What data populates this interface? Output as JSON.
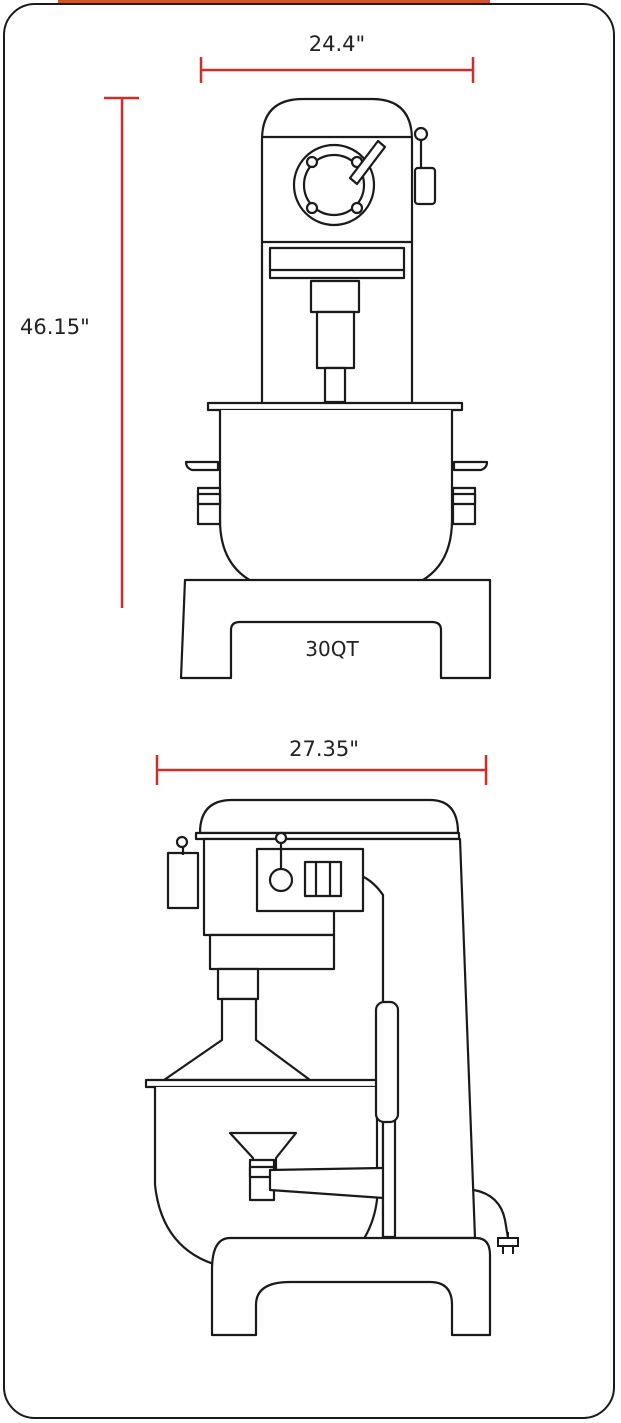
{
  "dimensions": {
    "width_front": "24.4\"",
    "height": "46.15\"",
    "depth_side": "27.35\""
  },
  "model_label": "30QT",
  "colors": {
    "dimension_line": "#cc2f2a",
    "outline": "#1a1a1a",
    "top_tab": "#d2542b"
  },
  "icons": {
    "power_plug": "plug-icon"
  }
}
